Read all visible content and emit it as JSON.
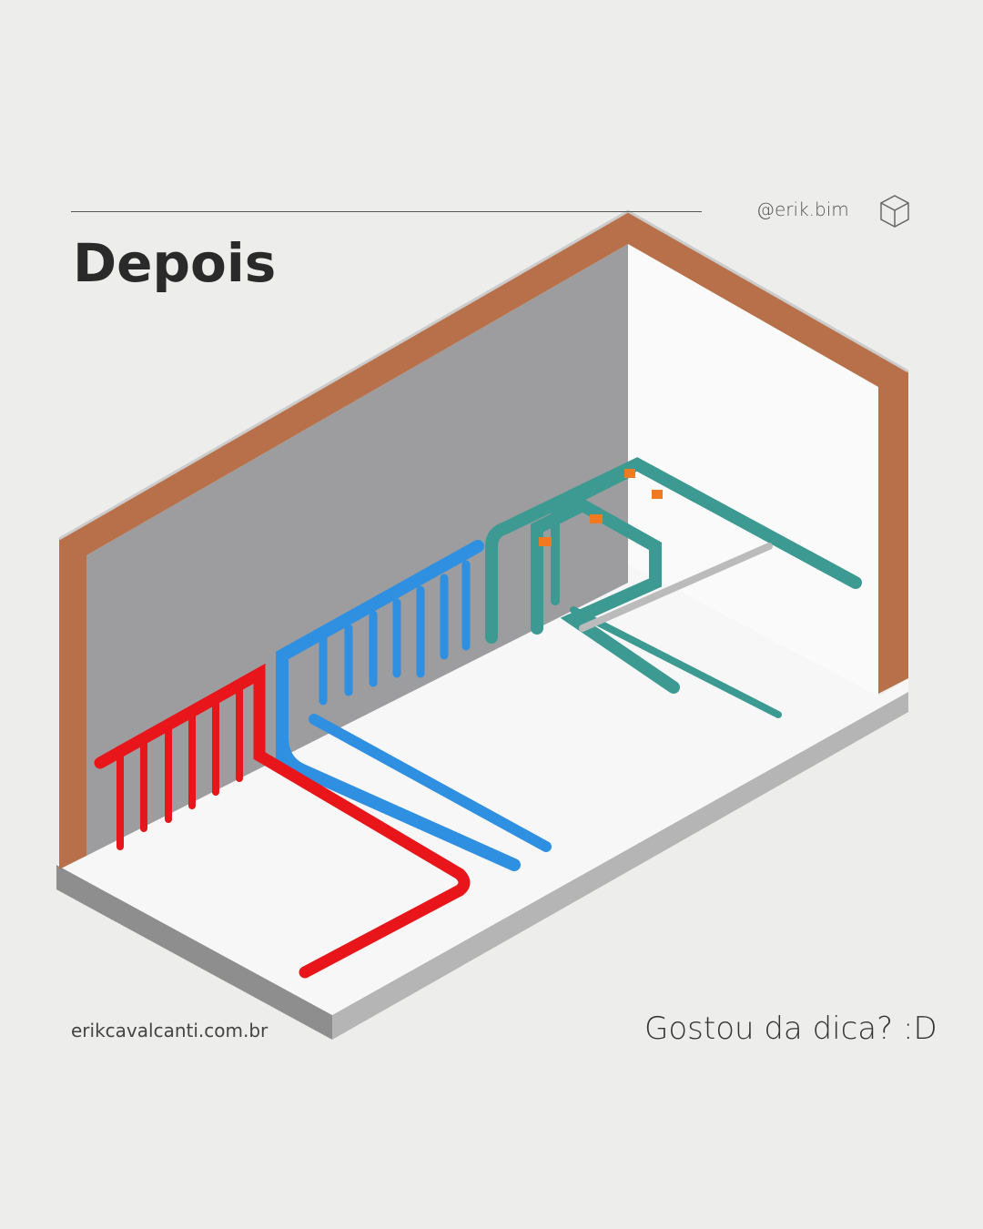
{
  "header": {
    "handle": "@erik.bim",
    "logo_icon": "cube-icon",
    "title": "Depois"
  },
  "footer": {
    "website": "erikcavalcanti.com.br",
    "cta": "Gostou da dica? :D"
  },
  "colors": {
    "background": "#ededeb",
    "wall_border": "#b8704a",
    "cold_pipe": "#2f8fe0",
    "hot_pipe": "#e8161a",
    "drain_pipe": "#3d9a92",
    "valve": "#f07a20"
  }
}
